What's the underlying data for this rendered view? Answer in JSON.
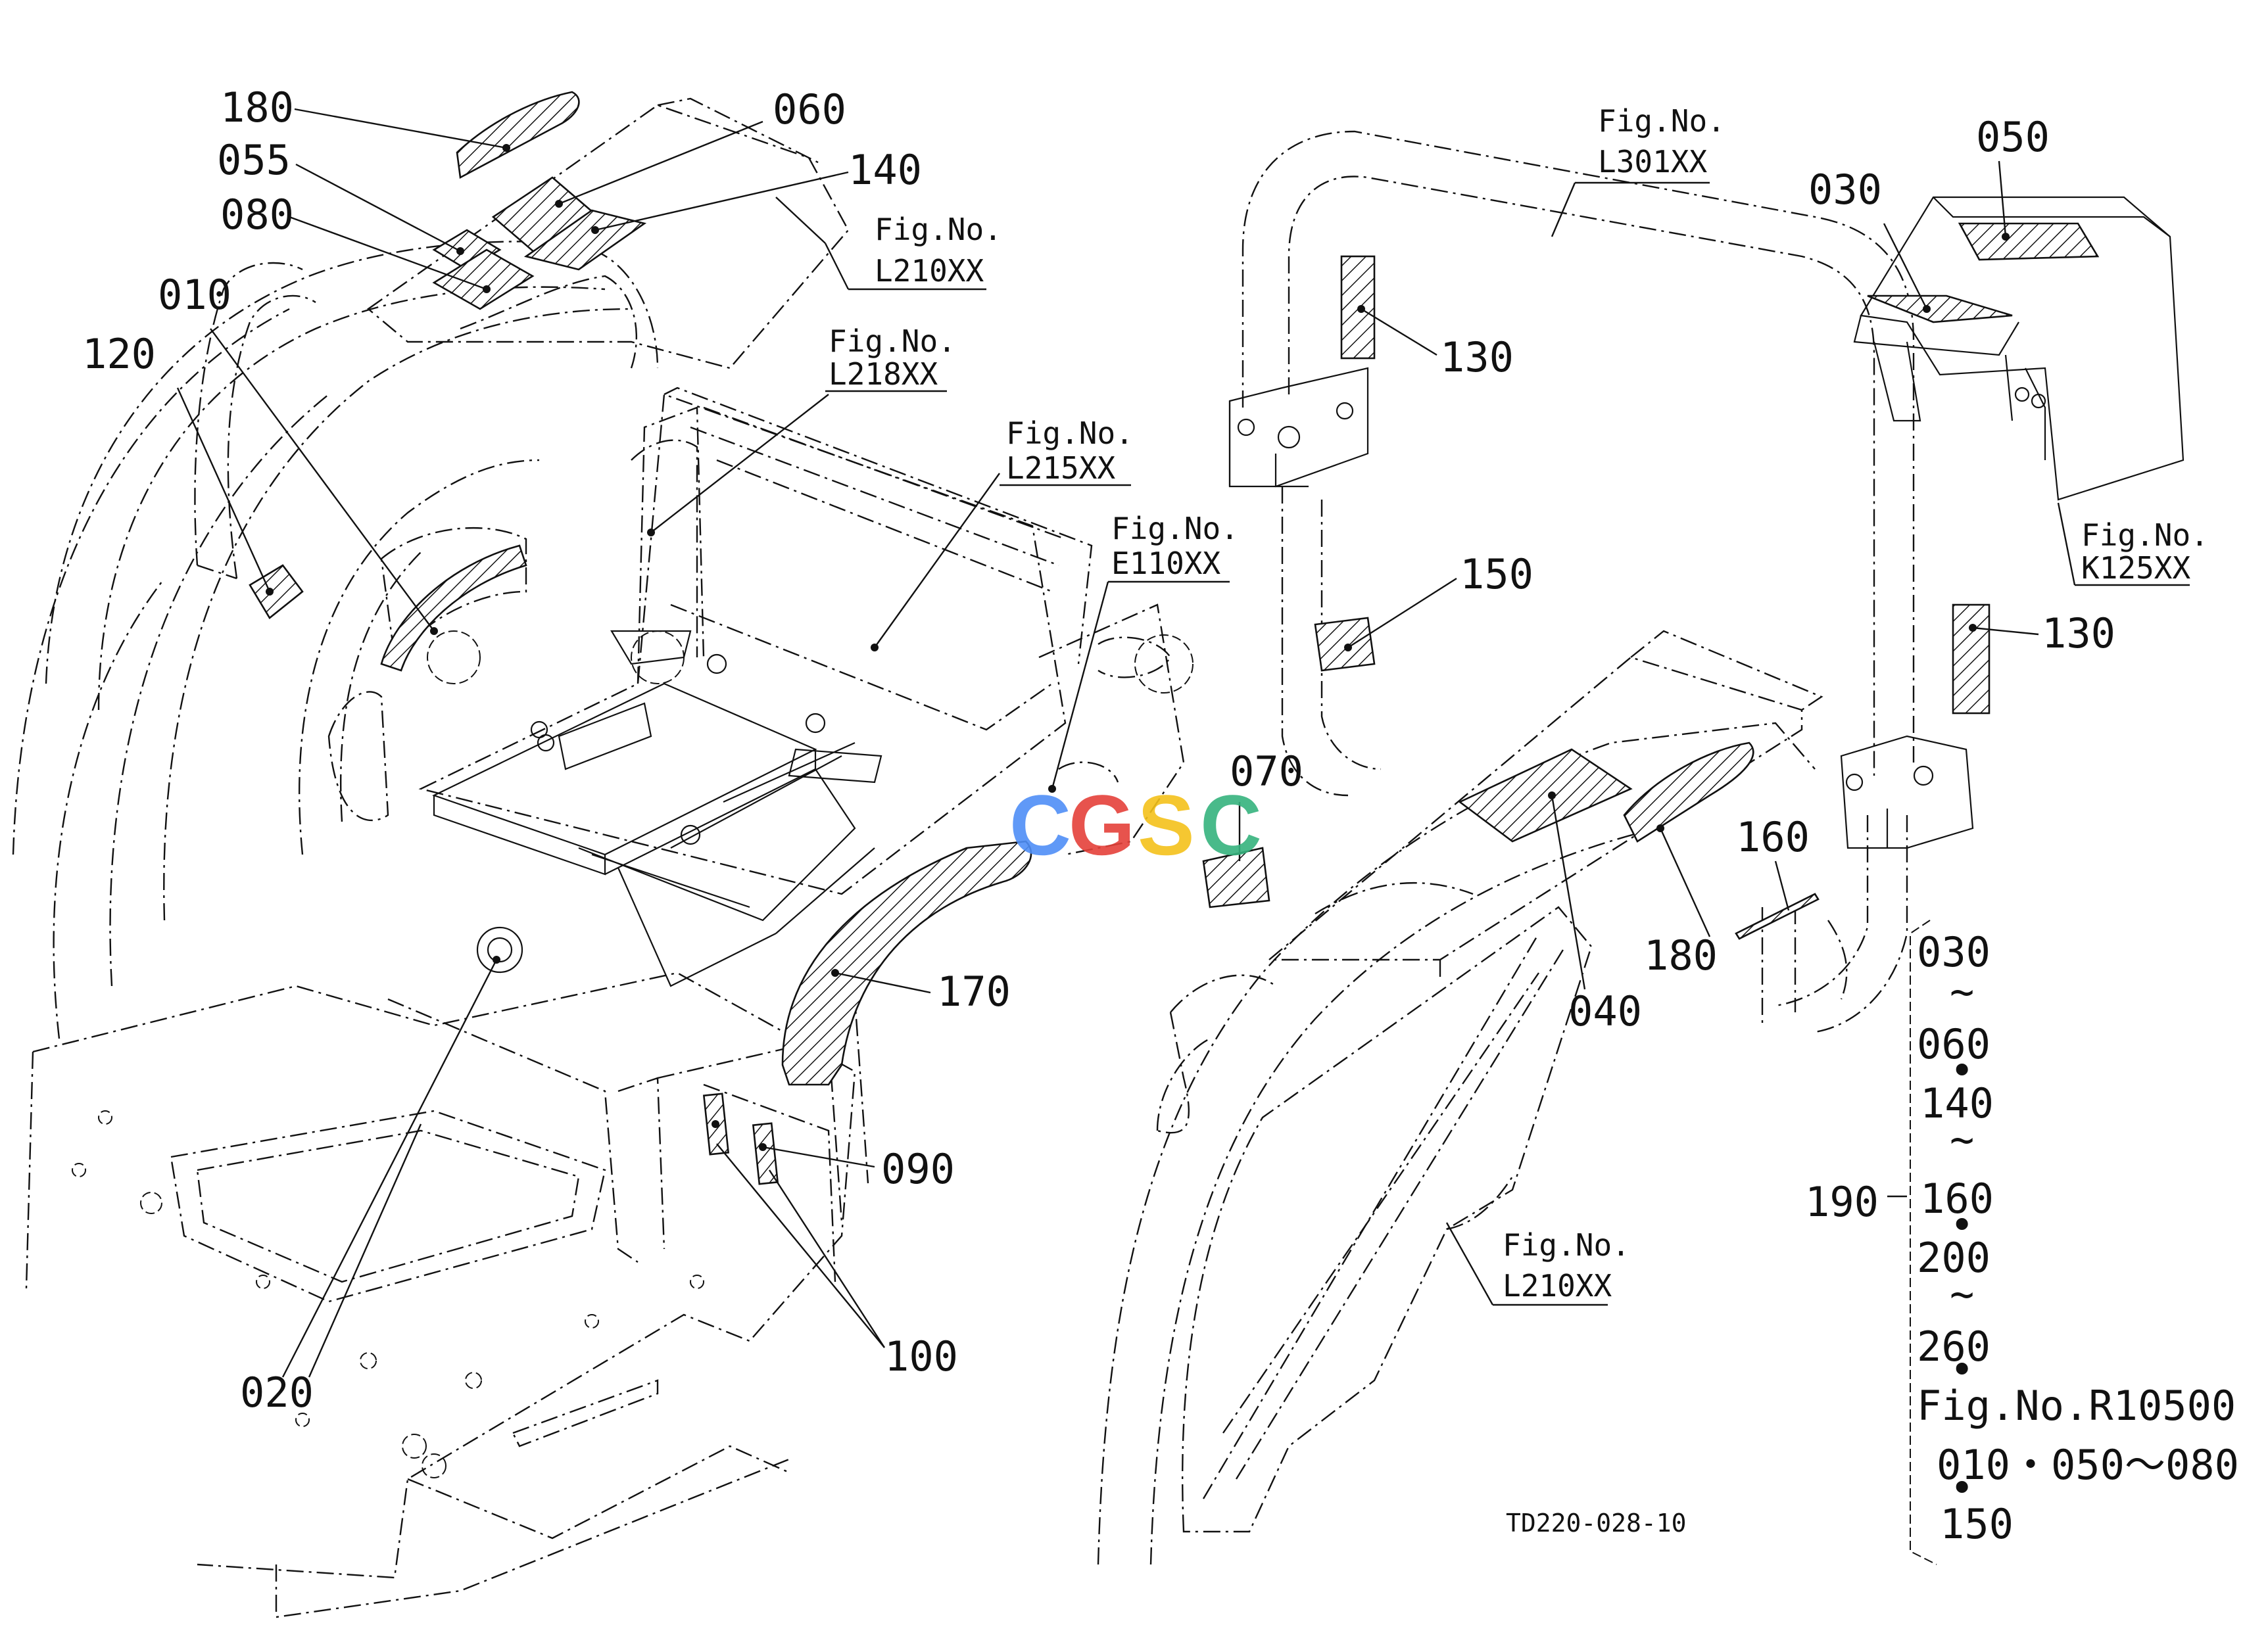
{
  "drawing_id": "TD220-028-10",
  "watermark": {
    "letters": [
      "C",
      "G",
      "S",
      "C"
    ],
    "colors": [
      "#4f8ff7",
      "#e5413a",
      "#f4c21b",
      "#36b37e"
    ]
  },
  "part_callouts": {
    "p180_top": "180",
    "p055": "055",
    "p080": "080",
    "p060": "060",
    "p140": "140",
    "p010": "010",
    "p120": "120",
    "p130_top": "130",
    "p150": "150",
    "p030": "030",
    "p050": "050",
    "p130_right": "130",
    "p070": "070",
    "p160": "160",
    "p180_right": "180",
    "p040": "040",
    "p170": "170",
    "p090": "090",
    "p100": "100",
    "p020": "020"
  },
  "figure_refs": {
    "l210_top": {
      "line1": "Fig.No.",
      "line2": "L210XX"
    },
    "l218": {
      "line1": "Fig.No.",
      "line2": "L218XX"
    },
    "l215": {
      "line1": "Fig.No.",
      "line2": "L215XX"
    },
    "e110": {
      "line1": "Fig.No.",
      "line2": "E110XX"
    },
    "l301": {
      "line1": "Fig.No.",
      "line2": "L301XX"
    },
    "k125": {
      "line1": "Fig.No.",
      "line2": "K125XX"
    },
    "l210_bottom": {
      "line1": "Fig.No.",
      "line2": "L210XX"
    }
  },
  "set_190": {
    "label": "190",
    "items": [
      "030",
      "~",
      "060",
      "•",
      "140",
      "~",
      "160",
      "•",
      "200",
      "~",
      "260",
      "•"
    ],
    "fig_ref": "Fig.No.R10500",
    "fig_items": "010・050～080",
    "dot_after": "•",
    "last": "150"
  }
}
